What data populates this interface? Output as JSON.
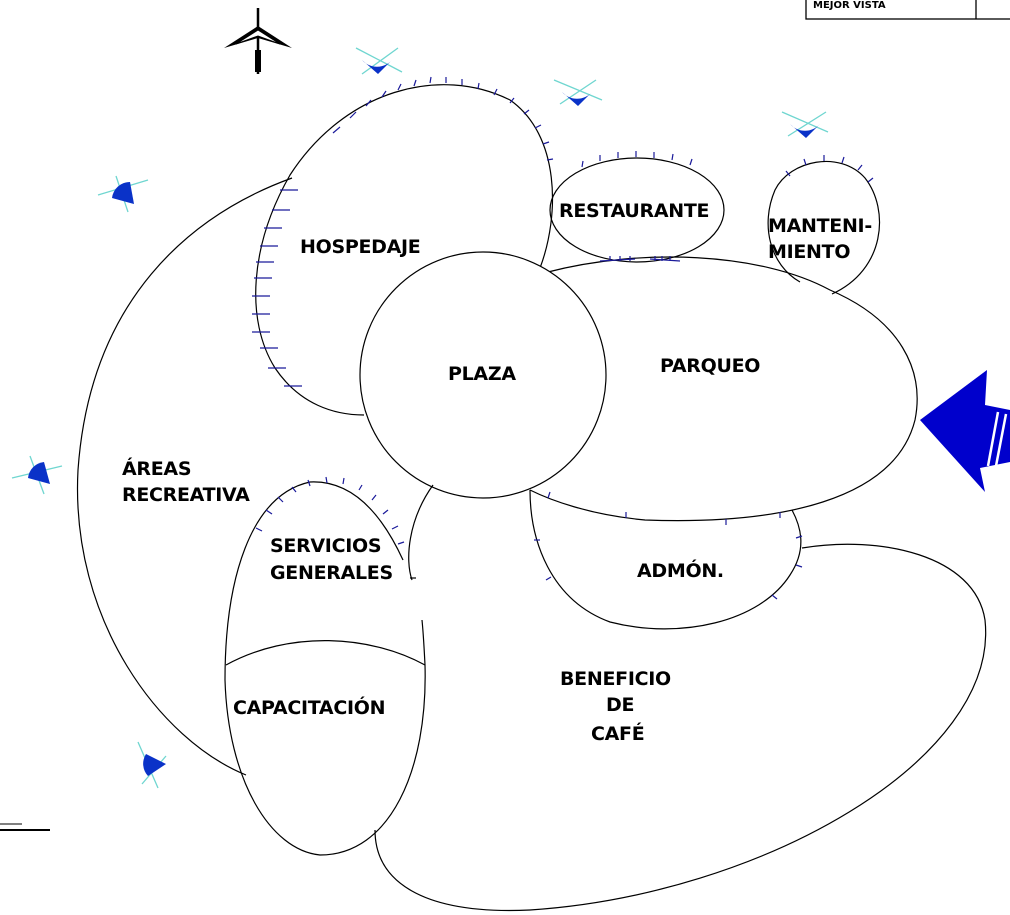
{
  "legend": {
    "label": "MEJOR VISTA"
  },
  "zones": {
    "hospedaje": "HOSPEDAJE",
    "restaurante": "RESTAURANTE",
    "mantenimiento_1": "MANTENI-",
    "mantenimiento_2": "MIENTO",
    "plaza": "PLAZA",
    "parqueo": "PARQUEO",
    "areas_1": "ÁREAS",
    "areas_2": "RECREATIVA",
    "servicios_1": "SERVICIOS",
    "servicios_2": "GENERALES",
    "admon": "ADMÓN.",
    "beneficio_1": "BENEFICIO",
    "beneficio_2": "DE",
    "beneficio_3": "CAFÉ",
    "capacitacion": "CAPACITACIÓN"
  },
  "colors": {
    "view_marker": "#0a32c8",
    "view_lines": "#6fd6d0",
    "ticks": "#1a1a9a",
    "access_arrow": "#0000cc"
  },
  "icons": {
    "north": "north-arrow-icon",
    "view": "best-view-icon",
    "access": "access-arrow-icon"
  }
}
